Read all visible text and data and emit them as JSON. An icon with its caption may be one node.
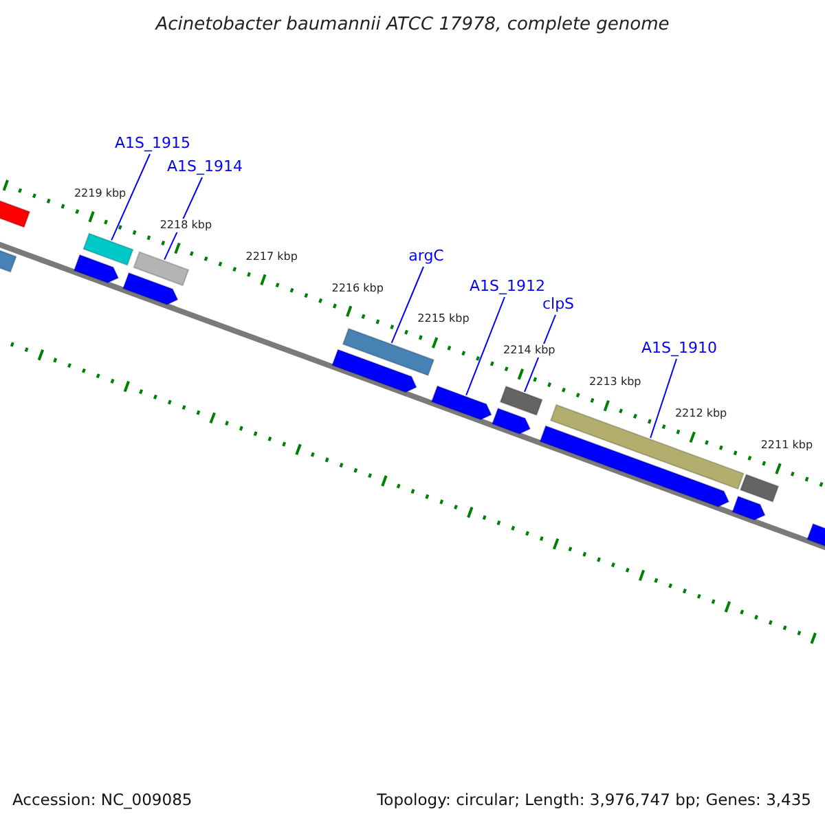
{
  "diagram": {
    "title": "Acinetobacter baumannii ATCC 17978, complete genome",
    "nodes": [
      {
        "text": [
          "A1S_1915"
        ]
      },
      {
        "text": [
          "A1S_1914"
        ]
      },
      {
        "text": [
          "argC"
        ]
      },
      {
        "text": [
          "A1S_1912"
        ]
      },
      {
        "text": [
          "clpS"
        ]
      },
      {
        "text": [
          "A1S_1910"
        ]
      },
      {
        "text": [],
        "shape": "bar"
      },
      {
        "text": [],
        "shape": "bar"
      },
      {
        "text": [],
        "shape": "bar"
      },
      {
        "text": [],
        "shape": "arrow"
      },
      {
        "text": [],
        "shape": "bar"
      },
      {
        "text": [],
        "shape": "arrow"
      },
      {
        "text": [],
        "shape": "bar"
      },
      {
        "text": [],
        "shape": "arrow"
      },
      {
        "text": [],
        "shape": "arrow"
      },
      {
        "text": [],
        "shape": "bar"
      },
      {
        "text": [],
        "shape": "arrow"
      },
      {
        "text": [],
        "shape": "bar"
      },
      {
        "text": [],
        "shape": "arrow"
      },
      {
        "text": [],
        "shape": "bar"
      },
      {
        "text": [],
        "shape": "arrow"
      },
      {
        "text": [],
        "shape": "arrow"
      }
    ],
    "edges": [
      {
        "from": 0,
        "to": 8,
        "arrow": "none"
      },
      {
        "from": 1,
        "to": 10,
        "arrow": "none"
      },
      {
        "from": 2,
        "to": 12,
        "arrow": "none"
      },
      {
        "from": 3,
        "to": 14,
        "arrow": "none"
      },
      {
        "from": 4,
        "to": 15,
        "arrow": "none"
      },
      {
        "from": 5,
        "to": 17,
        "arrow": "none"
      }
    ],
    "labels": [
      "2219 kbp",
      "2218 kbp",
      "2217 kbp",
      "2216 kbp",
      "2215 kbp",
      "2214 kbp",
      "2213 kbp",
      "2212 kbp",
      "2211 kbp",
      "Accession: NC_009085",
      "Topology: circular; Length: 3,976,747 bp; Genes: 3,435"
    ]
  }
}
